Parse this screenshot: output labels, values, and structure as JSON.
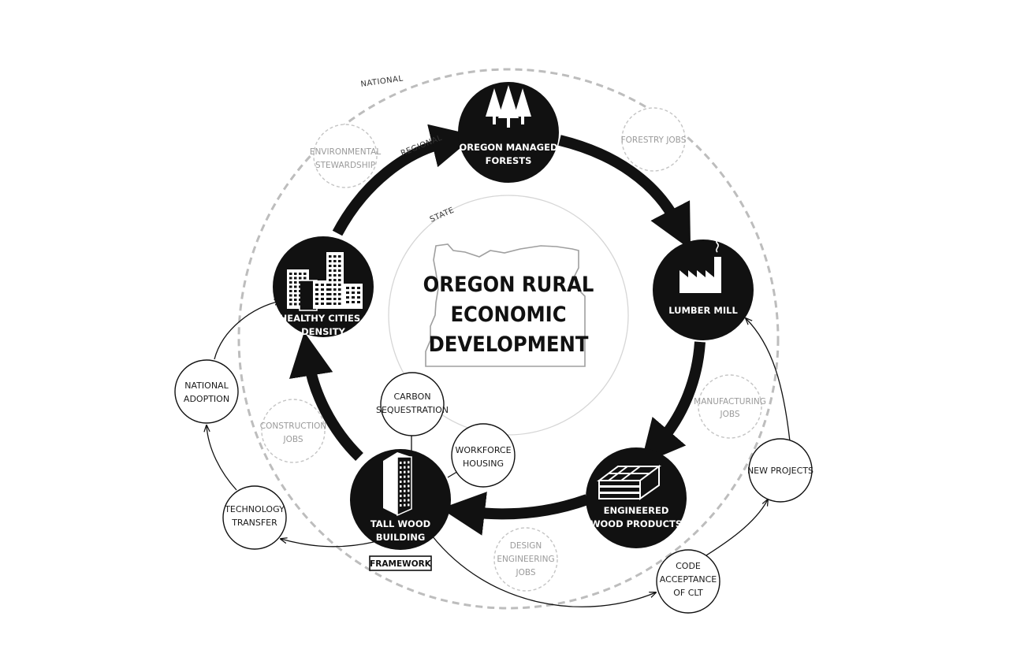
{
  "title": [
    "OREGON RURAL",
    "ECONOMIC",
    "DEVELOPMENT"
  ],
  "rings": {
    "national": "NATIONAL",
    "regional": "REGIONAL",
    "state": "STATE"
  },
  "main_nodes": {
    "forests": [
      "OREGON MANAGED",
      "FORESTS"
    ],
    "lumber": [
      "LUMBER MILL"
    ],
    "ewp": [
      "ENGINEERED",
      "WOOD PRODUCTS"
    ],
    "tallwood": [
      "TALL WOOD",
      "BUILDING"
    ],
    "cities": [
      "HEALTHY CITIES /",
      "DENSITY"
    ]
  },
  "benefit_nodes": {
    "carbon": [
      "CARBON",
      "SEQUESTRATION"
    ],
    "workforce": [
      "WORKFORCE",
      "HOUSING"
    ]
  },
  "outer_nodes": {
    "national_adoption": [
      "NATIONAL",
      "ADOPTION"
    ],
    "technology_transfer": [
      "TECHNOLOGY",
      "TRANSFER"
    ],
    "code_acceptance": [
      "CODE",
      "ACCEPTANCE",
      "OF CLT"
    ],
    "new_projects": [
      "NEW PROJECTS"
    ]
  },
  "job_nodes": {
    "environmental": [
      "ENVIRONMENTAL",
      "STEWARDSHIP"
    ],
    "forestry": [
      "FORESTRY JOBS"
    ],
    "manufacturing": [
      "MANUFACTURING",
      "JOBS"
    ],
    "design": [
      "DESIGN",
      "ENGINEERING",
      "JOBS"
    ],
    "construction": [
      "CONSTRUCTION",
      "JOBS"
    ]
  },
  "framework_label": "FRAMEWORK"
}
